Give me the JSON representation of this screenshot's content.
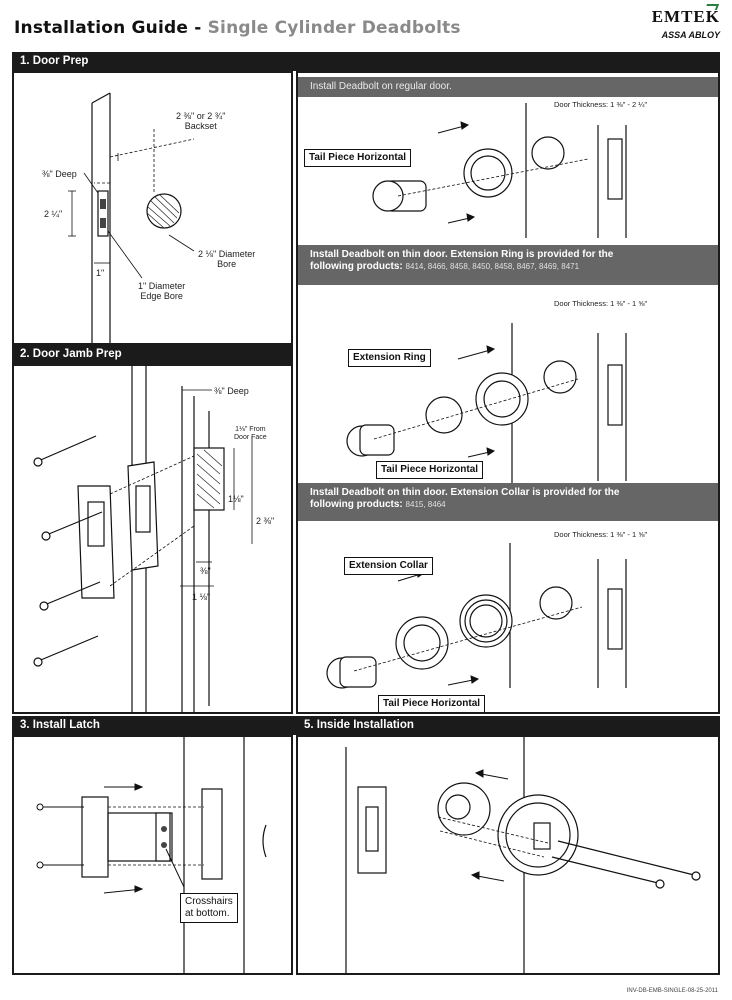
{
  "header": {
    "title_main": "Installation Guide - ",
    "title_sub": "Single Cylinder Deadbolts",
    "brand_name": "EMTEK",
    "brand_parent": "ASSA ABLOY"
  },
  "sections": {
    "door_prep": {
      "heading": "1. Door Prep",
      "backset": "2 ⅜\" or 2 ¾\"",
      "backset_word": "Backset",
      "deep": "⅜\" Deep",
      "height": "2 ¼\"",
      "one_inch": "1\"",
      "bore": "2 ⅛\" Diameter",
      "bore_word": "Bore",
      "edge_bore": "1\" Diameter",
      "edge_bore_word": "Edge Bore"
    },
    "jamb_prep": {
      "heading": "2. Door Jamb Prep",
      "deep": "⅜\" Deep",
      "from_face_1": "1⅛\" From",
      "from_face_2": "Door Face",
      "dim_a": "1⅛\"",
      "dim_b": "2 ⅜\"",
      "dim_c": "⅜\"",
      "dim_d": "1 ⅛\""
    },
    "regular_door": {
      "bar": "Install Deadbolt on regular door.",
      "thickness": "Door Thickness: 1 ⅜\" - 2 ¼\"",
      "callout": "Tail Piece Horizontal"
    },
    "thin_ring": {
      "bar_line1": "Install Deadbolt on thin door. Extension Ring is provided for the",
      "bar_line2": "following products:",
      "products": "8414, 8466, 8458, 8450, 8458, 8467, 8469, 8471",
      "thickness": "Door Thickness: 1 ⅜\" - 1 ⅝\"",
      "callout_ring": "Extension Ring",
      "callout_tail": "Tail Piece Horizontal"
    },
    "thin_collar": {
      "bar_line1": "Install Deadbolt on thin door. Extension Collar is provided for the",
      "bar_line2": "following products:",
      "products": "8415, 8464",
      "thickness": "Door Thickness: 1 ⅜\" - 1 ⅝\"",
      "callout_collar": "Extension Collar",
      "callout_tail": "Tail Piece Horizontal"
    },
    "install_latch": {
      "heading": "3. Install Latch",
      "note_line1": "Crosshairs",
      "note_line2": "at bottom."
    },
    "inside": {
      "heading": "5. Inside Installation"
    }
  },
  "footer": "INV-DB-EMB-SINGLE-08-25-2011"
}
